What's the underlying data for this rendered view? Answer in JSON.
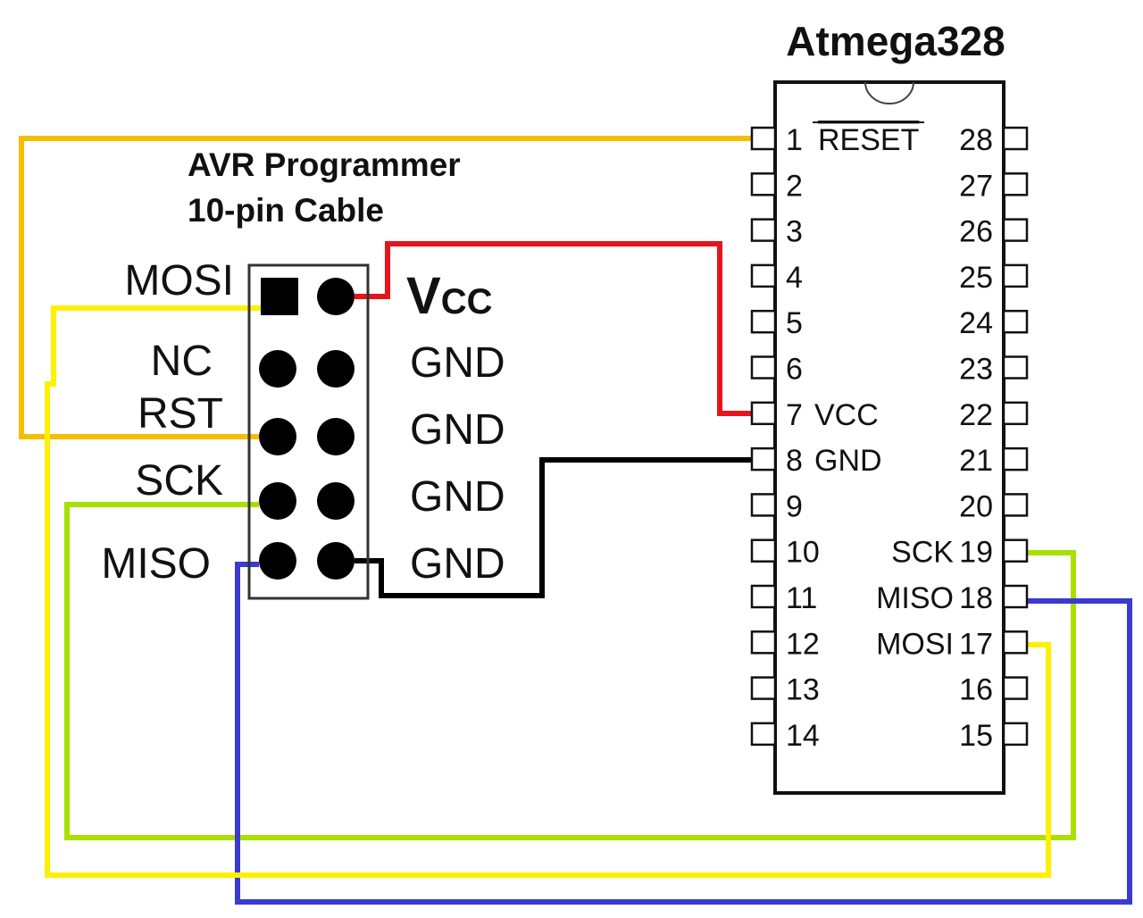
{
  "chip": {
    "title": "Atmega328",
    "left_pins": [
      {
        "num": "1",
        "label": "RESET",
        "overline": true
      },
      {
        "num": "2",
        "label": ""
      },
      {
        "num": "3",
        "label": ""
      },
      {
        "num": "4",
        "label": ""
      },
      {
        "num": "5",
        "label": ""
      },
      {
        "num": "6",
        "label": ""
      },
      {
        "num": "7",
        "label": "VCC"
      },
      {
        "num": "8",
        "label": "GND"
      },
      {
        "num": "9",
        "label": ""
      },
      {
        "num": "10",
        "label": ""
      },
      {
        "num": "11",
        "label": ""
      },
      {
        "num": "12",
        "label": ""
      },
      {
        "num": "13",
        "label": ""
      },
      {
        "num": "14",
        "label": ""
      }
    ],
    "right_pins": [
      {
        "num": "28",
        "label": ""
      },
      {
        "num": "27",
        "label": ""
      },
      {
        "num": "26",
        "label": ""
      },
      {
        "num": "25",
        "label": ""
      },
      {
        "num": "24",
        "label": ""
      },
      {
        "num": "23",
        "label": ""
      },
      {
        "num": "22",
        "label": ""
      },
      {
        "num": "21",
        "label": ""
      },
      {
        "num": "20",
        "label": ""
      },
      {
        "num": "19",
        "label": "SCK"
      },
      {
        "num": "18",
        "label": "MISO"
      },
      {
        "num": "17",
        "label": "MOSI"
      },
      {
        "num": "16",
        "label": ""
      },
      {
        "num": "15",
        "label": ""
      }
    ]
  },
  "connector": {
    "title_line1": "AVR Programmer",
    "title_line2": "10-pin Cable",
    "left_labels": [
      "MOSI",
      "NC",
      "RST",
      "SCK",
      "MISO"
    ],
    "right_labels": {
      "vcc_main": "V",
      "vcc_sub": "CC",
      "gnd": [
        "GND",
        "GND",
        "GND",
        "GND"
      ]
    }
  },
  "wires": [
    {
      "name": "reset-wire",
      "color": "#f5be00",
      "from": "RST",
      "to": "1"
    },
    {
      "name": "vcc-wire",
      "color": "#e8141c",
      "from": "VCC",
      "to": "7"
    },
    {
      "name": "gnd-wire",
      "color": "#000000",
      "from": "GND",
      "to": "8"
    },
    {
      "name": "sck-wire",
      "color": "#a8e000",
      "from": "SCK",
      "to": "19"
    },
    {
      "name": "miso-wire",
      "color": "#3a3ad0",
      "from": "MISO",
      "to": "18"
    },
    {
      "name": "mosi-wire",
      "color": "#fff000",
      "from": "MOSI",
      "to": "17"
    }
  ]
}
